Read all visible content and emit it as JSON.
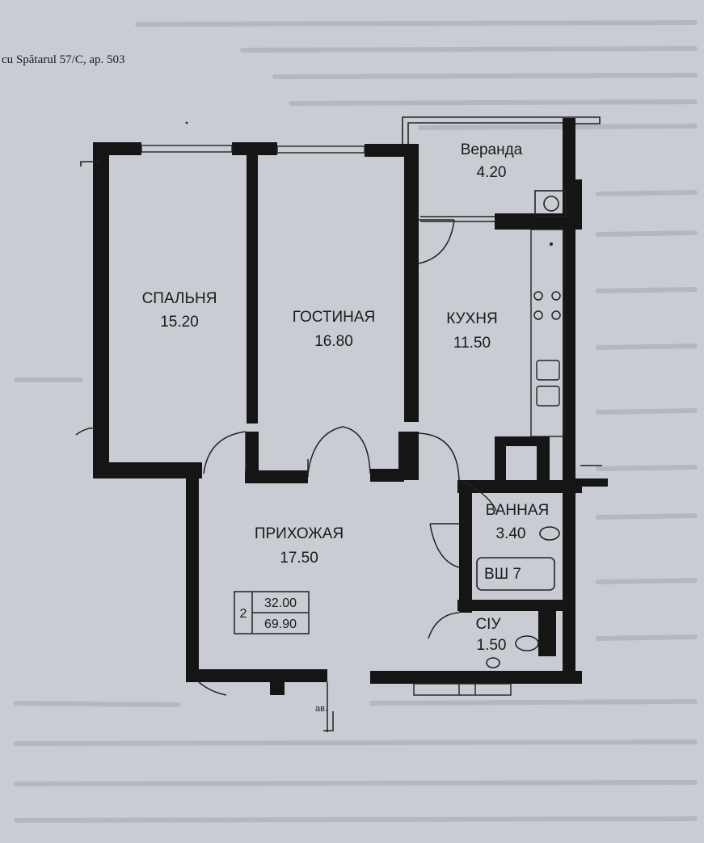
{
  "header": {
    "address": "cu Spătarul 57/C, ap. 503"
  },
  "rooms": {
    "veranda": {
      "name": "Веранда",
      "area": "4.20"
    },
    "bedroom": {
      "name": "СПАЛЬНЯ",
      "area": "15.20"
    },
    "living": {
      "name": "ГОСТИНАЯ",
      "area": "16.80"
    },
    "kitchen": {
      "name": "КУХНЯ",
      "area": "11.50"
    },
    "bathroom": {
      "name": "ВАННАЯ",
      "area": "3.40"
    },
    "hallway": {
      "name": "ПРИХОЖАЯ",
      "area": "17.50"
    },
    "toilet": {
      "name": "СIУ",
      "area": "1.50"
    }
  },
  "fixtures": {
    "shower_label": "ВШ 7"
  },
  "summary": {
    "rooms_count": "2",
    "living_area": "32.00",
    "total_area": "69.90"
  },
  "entrance": {
    "label": "ав."
  }
}
